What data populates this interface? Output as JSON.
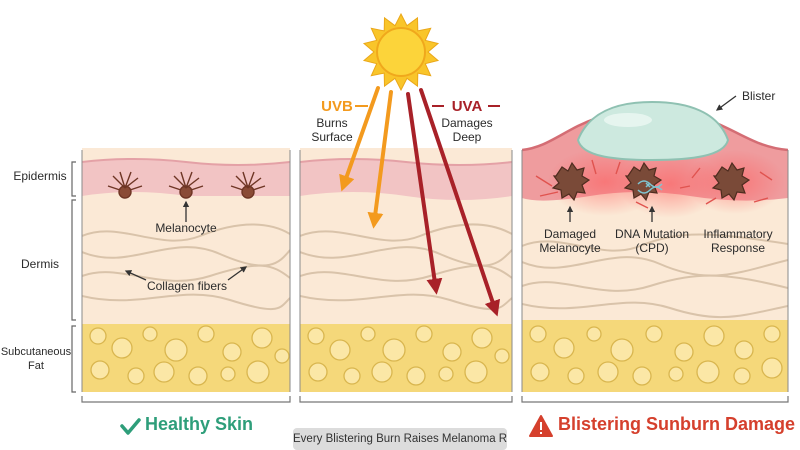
{
  "layers": {
    "epidermis": "Epidermis",
    "dermis": "Dermis",
    "fat_line1": "Subcutaneous",
    "fat_line2": "Fat"
  },
  "healthy": {
    "melanocyte": "Melanocyte",
    "collagen": "Collagen fibers",
    "caption": "Healthy Skin"
  },
  "rays": {
    "uvb_title": "UVB",
    "uvb_line1": "Burns",
    "uvb_line2": "Surface",
    "uva_title": "UVA",
    "uva_line1": "Damages",
    "uva_line2": "Deep"
  },
  "damage": {
    "blister": "Blister",
    "damaged_line1": "Damaged",
    "damaged_line2": "Melanocyte",
    "dna_line1": "DNA Mutation",
    "dna_line2": "(CPD)",
    "inflam_line1": "Inflammatory",
    "inflam_line2": "Response",
    "caption": "Blistering Sunburn Damage"
  },
  "footer": {
    "risk": "Every Blistering Burn Raises Melanoma Risk"
  },
  "colors": {
    "uvb": "#f39a1e",
    "uva": "#a82128",
    "healthy": "#2e9e7a",
    "damage": "#d5402d"
  },
  "icons": [
    "sun-icon",
    "check-icon",
    "warning-icon"
  ]
}
